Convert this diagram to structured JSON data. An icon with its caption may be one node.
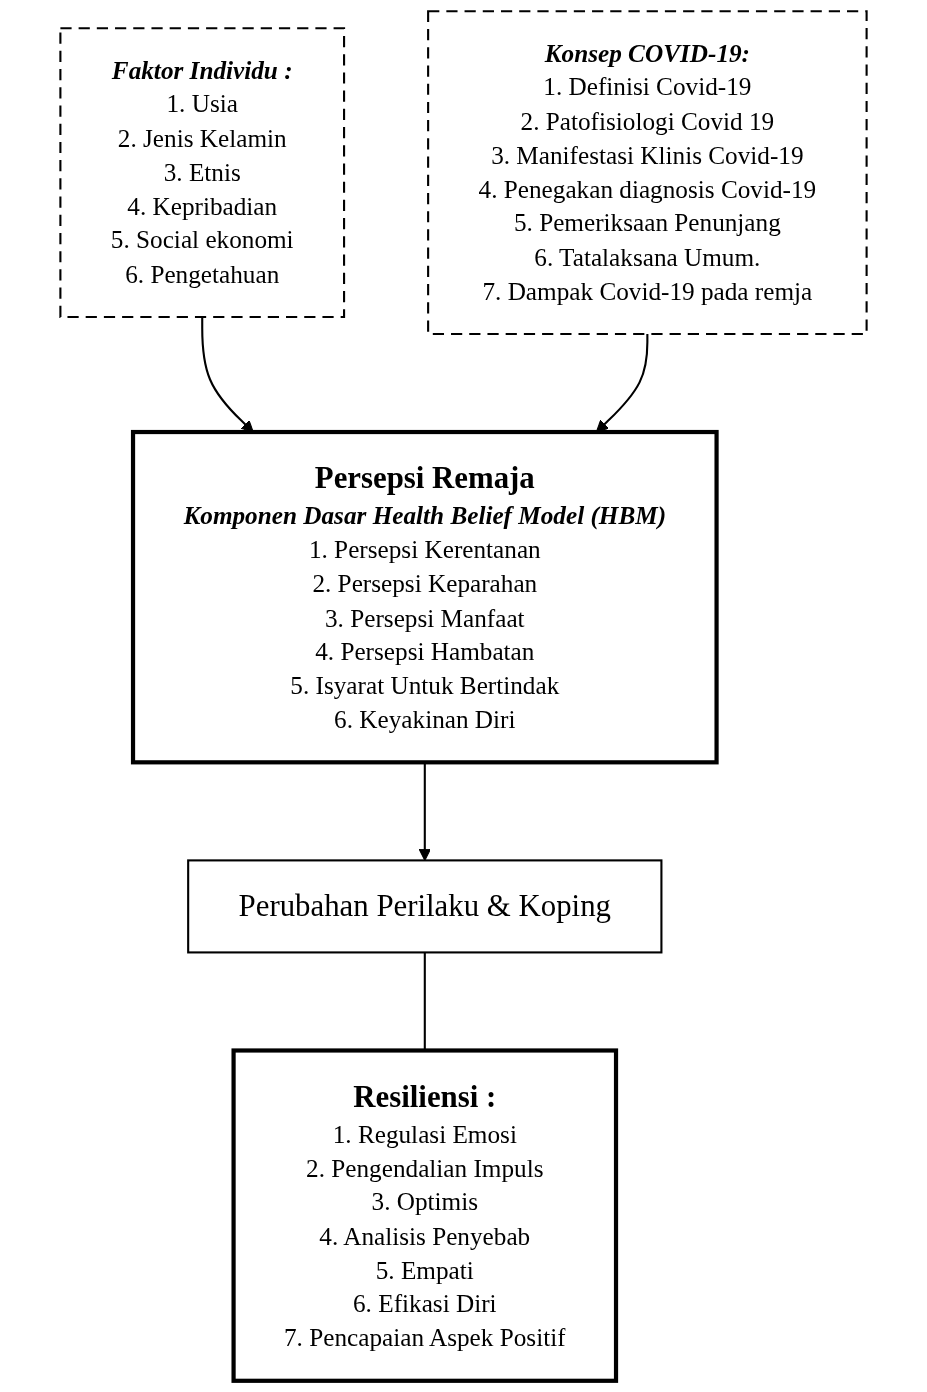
{
  "diagram": {
    "nodes": [
      {
        "text": [
          "Faktor Individu :",
          "1. Usia",
          "2. Jenis Kelamin",
          "3. Etnis",
          "4. Kepribadian",
          "5. Social ekonomi",
          "6. Pengetahuan"
        ]
      },
      {
        "text": [
          "Konsep COVID-19:",
          "1. Definisi Covid-19",
          "2. Patofisiologi Covid 19",
          "3. Manifestasi Klinis Covid-19",
          "4. Penegakan diagnosis Covid-19",
          "5. Pemeriksaan Penunjang",
          "6. Tatalaksana Umum.",
          "7. Dampak Covid-19 pada remja"
        ]
      },
      {
        "text": [
          "Persepsi Remaja",
          "Komponen Dasar Health Belief Model (HBM)",
          "1. Persepsi Kerentanan",
          "2. Persepsi Keparahan",
          "3. Persepsi Manfaat",
          "4. Persepsi Hambatan",
          "5. Isyarat Untuk Bertindak",
          "6. Keyakinan Diri"
        ]
      },
      {
        "text": [
          "Perubahan Perilaku & Koping"
        ]
      },
      {
        "text": [
          "Resiliensi :",
          "1. Regulasi Emosi",
          "2. Pengendalian Impuls",
          "3. Optimis",
          "4. Analisis Penyebab",
          "5. Empati",
          "6. Efikasi Diri",
          "7. Pencapaian Aspek Positif"
        ]
      }
    ],
    "edges": [
      {
        "from": 0,
        "to": 2,
        "arrow": "to"
      },
      {
        "from": 1,
        "to": 2,
        "arrow": "to"
      },
      {
        "from": 2,
        "to": 3,
        "arrow": "to"
      },
      {
        "from": 3,
        "to": 4,
        "arrow": "none"
      }
    ]
  }
}
